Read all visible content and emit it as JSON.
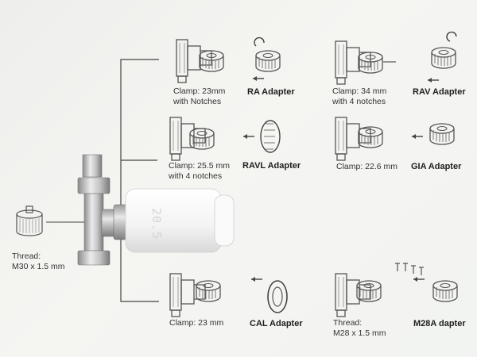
{
  "base_valve": {
    "thread_line1": "Thread:",
    "thread_line2": "M30 x 1.5 mm"
  },
  "thermostat_display": "20.5",
  "adapters": [
    {
      "clamp_line1": "Clamp: 23mm",
      "clamp_line2": "with Notches",
      "name": "RA Adapter"
    },
    {
      "clamp_line1": "Clamp: 34 mm",
      "clamp_line2": "with 4 notches",
      "name": "RAV Adapter"
    },
    {
      "clamp_line1": "Clamp: 25.5 mm",
      "clamp_line2": "with 4 notches",
      "name": "RAVL Adapter"
    },
    {
      "clamp_line1": "Clamp: 22.6 mm",
      "clamp_line2": "",
      "name": "GIA Adapter"
    },
    {
      "clamp_line1": "Clamp: 23 mm",
      "clamp_line2": "",
      "name": "CAL Adapter"
    },
    {
      "clamp_line1": "Thread:",
      "clamp_line2": "M28 x 1.5 mm",
      "name": "M28A dapter"
    }
  ],
  "colors": {
    "line": "#444444",
    "metal": "#b8b8b8",
    "thermostat": "#f7f7f7",
    "display": "#d8d8d8"
  }
}
